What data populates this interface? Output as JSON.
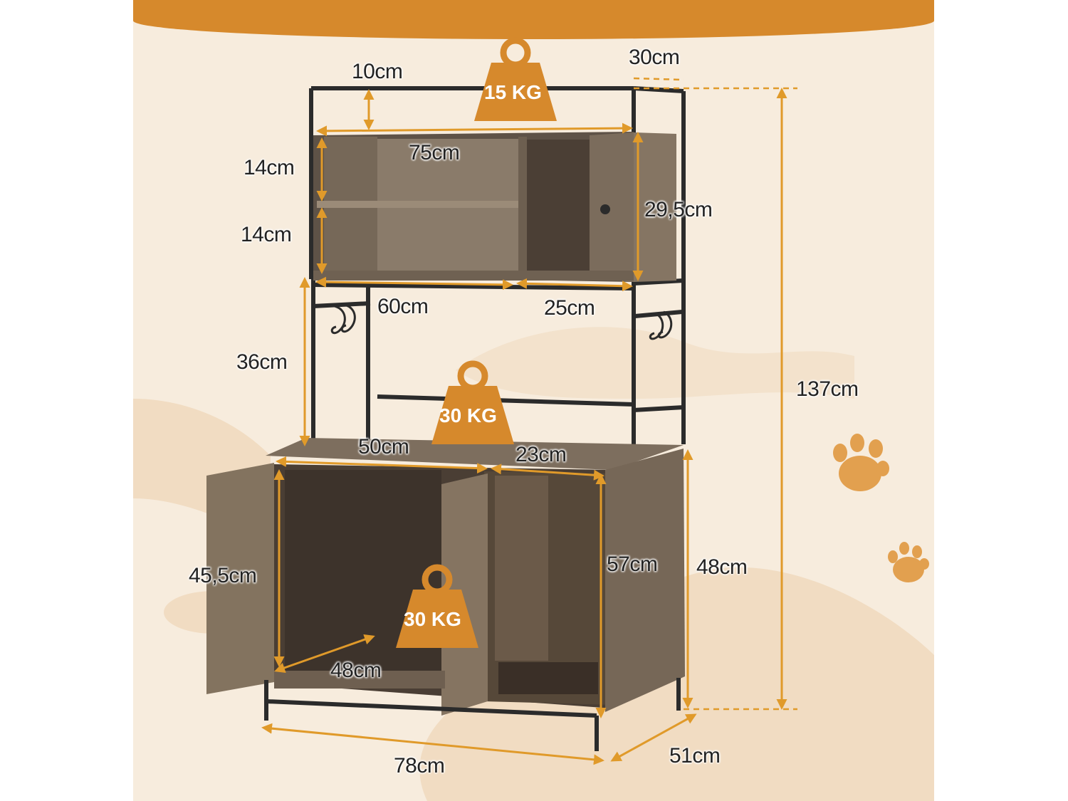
{
  "dimensions": {
    "top_gap": "10cm",
    "depth_top": "30cm",
    "width_top": "75cm",
    "shelf_1": "14cm",
    "shelf_2": "14cm",
    "cabinet_height_top": "29,5cm",
    "open_width": "60cm",
    "door_width_top": "25cm",
    "middle_gap": "36cm",
    "total_height": "137cm",
    "left_compartment_width": "50cm",
    "right_compartment_width": "23cm",
    "left_inner_height": "45,5cm",
    "left_inner_depth": "48cm",
    "right_inner_height": "57cm",
    "base_height": "48cm",
    "base_width": "78cm",
    "base_depth": "51cm"
  },
  "weights": {
    "top": "15 KG",
    "middle": "30 KG",
    "bottom": "30 KG"
  },
  "colors": {
    "accent": "#d6892c",
    "background": "#f7ecdd",
    "wood": "#7a6a5a",
    "frame": "#2b2b2b"
  },
  "icons": [
    "paw-print-icon",
    "paw-print-icon",
    "weight-icon",
    "weight-icon",
    "weight-icon",
    "hook-icon"
  ]
}
